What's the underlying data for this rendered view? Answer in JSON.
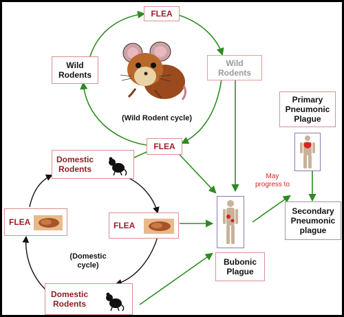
{
  "top_flea": "FLEA",
  "wild_rodents_left": [
    "Wild",
    "Rodents"
  ],
  "wild_rodents_right": [
    "Wild",
    "Rodents"
  ],
  "wild_cycle": "(Wild Rodent cycle)",
  "mid_flea": "FLEA",
  "domestic_rodents_top": [
    "Domestic",
    "Rodents"
  ],
  "left_flea": "FLEA",
  "right_flea": "FLEA",
  "domestic_cycle": [
    "(Domestic",
    "cycle)"
  ],
  "domestic_rodents_bottom": [
    "Domestic",
    "Rodents"
  ],
  "bubonic": [
    "Bubonic",
    "Plague"
  ],
  "may_progress": [
    "May",
    "progress to"
  ],
  "primary": [
    "Primary",
    "Pneumonic",
    "Plague"
  ],
  "secondary": [
    "Secondary",
    "Pneumonic",
    "plague"
  ],
  "colors": {
    "arrow_green": "#2e8b22",
    "flea_red": "#a01b28",
    "box_border": "#d88f8f",
    "note_red": "#d0241c"
  }
}
